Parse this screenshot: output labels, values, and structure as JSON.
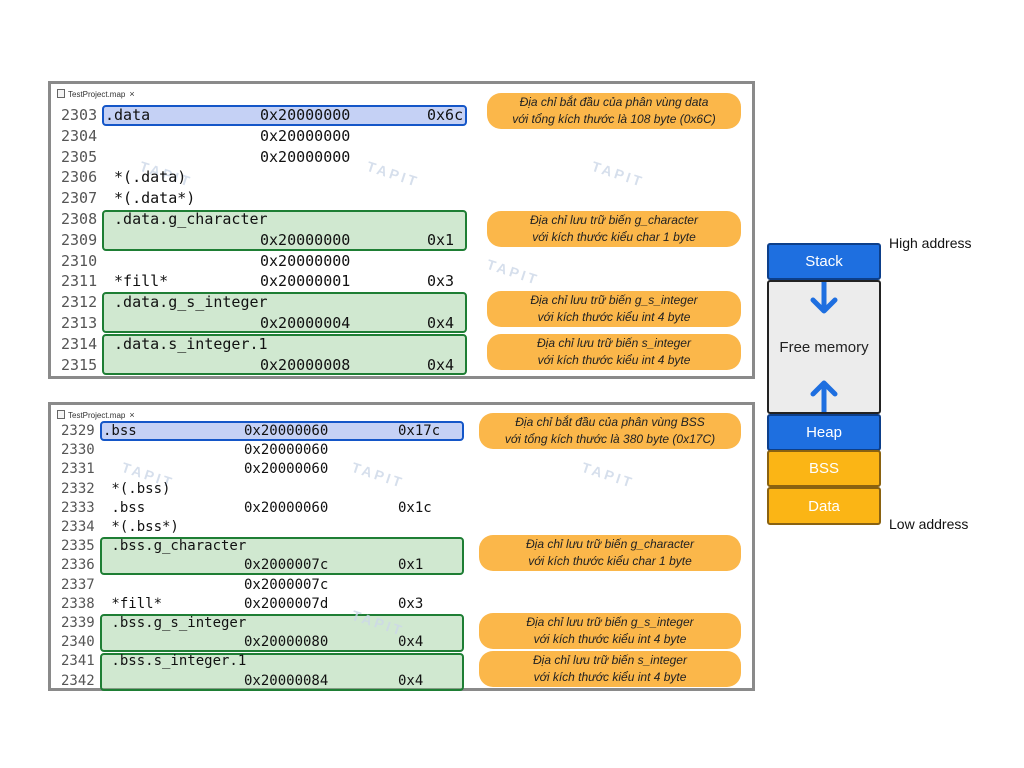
{
  "top_panel": {
    "tab": "TestProject.map",
    "rows": [
      {
        "n": "2303",
        "c1": ".data",
        "c2": "0x20000000",
        "c3": "0x6c"
      },
      {
        "n": "2304",
        "c1": "",
        "c2": "0x20000000",
        "c3": ""
      },
      {
        "n": "2305",
        "c1": "",
        "c2": "0x20000000",
        "c3": ""
      },
      {
        "n": "2306",
        "c1": " *(.data)",
        "c2": "",
        "c3": ""
      },
      {
        "n": "2307",
        "c1": " *(.data*)",
        "c2": "",
        "c3": ""
      },
      {
        "n": "2308",
        "c1": " .data.g_character",
        "c2": "",
        "c3": ""
      },
      {
        "n": "2309",
        "c1": "",
        "c2": "0x20000000",
        "c3": "0x1"
      },
      {
        "n": "2310",
        "c1": "",
        "c2": "0x20000000",
        "c3": ""
      },
      {
        "n": "2311",
        "c1": " *fill*",
        "c2": "0x20000001",
        "c3": "0x3"
      },
      {
        "n": "2312",
        "c1": " .data.g_s_integer",
        "c2": "",
        "c3": ""
      },
      {
        "n": "2313",
        "c1": "",
        "c2": "0x20000004",
        "c3": "0x4"
      },
      {
        "n": "2314",
        "c1": " .data.s_integer.1",
        "c2": "",
        "c3": ""
      },
      {
        "n": "2315",
        "c1": "",
        "c2": "0x20000008",
        "c3": "0x4"
      }
    ],
    "callouts": [
      {
        "l1": "Địa chỉ bắt đầu của phân vùng data",
        "l2": "với tổng kích thước là 108 byte (0x6C)"
      },
      {
        "l1": "Địa chỉ lưu trữ biến g_character",
        "l2": "với kích thước kiểu char 1 byte"
      },
      {
        "l1": "Địa chỉ lưu trữ biến g_s_integer",
        "l2": "với kích thước kiểu int 4 byte"
      },
      {
        "l1": "Địa chỉ lưu trữ biến s_integer",
        "l2": "với kích thước kiểu int 4 byte"
      }
    ]
  },
  "bottom_panel": {
    "tab": "TestProject.map",
    "rows": [
      {
        "n": "2329",
        "c1": ".bss",
        "c2": "0x20000060",
        "c3": "0x17c"
      },
      {
        "n": "2330",
        "c1": "",
        "c2": "0x20000060",
        "c3": ""
      },
      {
        "n": "2331",
        "c1": "",
        "c2": "0x20000060",
        "c3": ""
      },
      {
        "n": "2332",
        "c1": " *(.bss)",
        "c2": "",
        "c3": ""
      },
      {
        "n": "2333",
        "c1": " .bss",
        "c2": "0x20000060",
        "c3": "0x1c"
      },
      {
        "n": "2334",
        "c1": " *(.bss*)",
        "c2": "",
        "c3": ""
      },
      {
        "n": "2335",
        "c1": " .bss.g_character",
        "c2": "",
        "c3": ""
      },
      {
        "n": "2336",
        "c1": "",
        "c2": "0x2000007c",
        "c3": "0x1"
      },
      {
        "n": "2337",
        "c1": "",
        "c2": "0x2000007c",
        "c3": ""
      },
      {
        "n": "2338",
        "c1": " *fill*",
        "c2": "0x2000007d",
        "c3": "0x3"
      },
      {
        "n": "2339",
        "c1": " .bss.g_s_integer",
        "c2": "",
        "c3": ""
      },
      {
        "n": "2340",
        "c1": "",
        "c2": "0x20000080",
        "c3": "0x4"
      },
      {
        "n": "2341",
        "c1": " .bss.s_integer.1",
        "c2": "",
        "c3": ""
      },
      {
        "n": "2342",
        "c1": "",
        "c2": "0x20000084",
        "c3": "0x4"
      }
    ],
    "callouts": [
      {
        "l1": "Địa chỉ bắt đầu của phân vùng BSS",
        "l2": "với tổng kích thước là 380 byte (0x17C)"
      },
      {
        "l1": "Địa chỉ lưu trữ biến g_character",
        "l2": "với kích thước kiểu char 1 byte"
      },
      {
        "l1": "Địa chỉ lưu trữ biến g_s_integer",
        "l2": "với kích thước kiểu int 4 byte"
      },
      {
        "l1": "Địa chỉ lưu trữ biến s_integer",
        "l2": "với kích thước kiểu int 4 byte"
      }
    ]
  },
  "memory_layout": {
    "stack": "Stack",
    "free": "Free memory",
    "heap": "Heap",
    "bss": "BSS",
    "data": "Data",
    "high_label": "High address",
    "low_label": "Low address"
  },
  "colors": {
    "blue_block": "#1e6fe0",
    "orange_block": "#fbb515",
    "callout": "#fbb74a",
    "green_highlight": "#1e7e34",
    "blue_highlight": "#1456c8"
  }
}
